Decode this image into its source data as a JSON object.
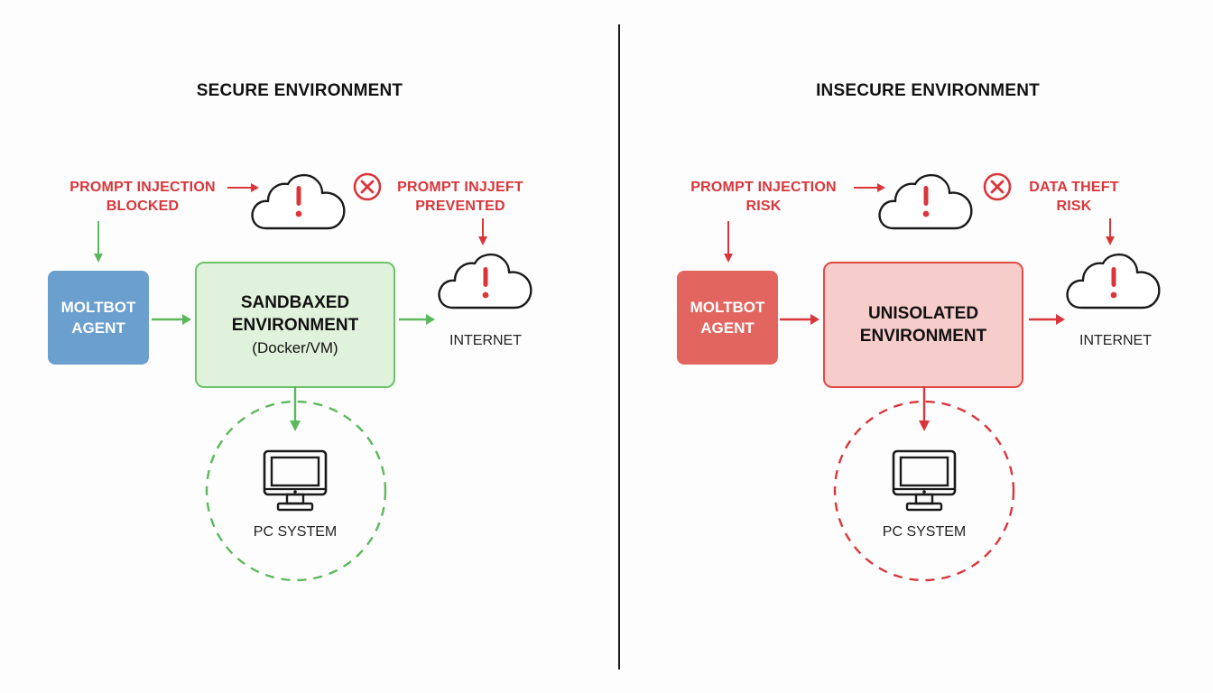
{
  "colors": {
    "secure_accent": "#5cb85c",
    "secure_box_fill": "#e1f2dc",
    "secure_agent_fill": "#6a9fce",
    "insecure_accent": "#d9363b",
    "insecure_box_fill": "#f7cdcb",
    "insecure_agent_fill": "#e2665f",
    "divider": "#1a1a1a"
  },
  "secure": {
    "title": "SECURE ENVIRONMENT",
    "threat_label_left": [
      "PROMPT INJECTION",
      "BLOCKED"
    ],
    "threat_label_right": [
      "PROMPT INJJEFT",
      "PREVENTED"
    ],
    "threat_cloud_icon": "cloud-alert-icon",
    "blocked_icon": "x-circle-icon",
    "agent": [
      "MOLTBOT",
      "AGENT"
    ],
    "environment": [
      "SANDBAXED",
      "ENVIRONMENT"
    ],
    "environment_sub": "(Docker/VM)",
    "internet_label": "INTERNET",
    "pc_label": "PC SYSTEM"
  },
  "insecure": {
    "title": "INSECURE ENVIRONMENT",
    "threat_label_left": [
      "PROMPT INJECTION",
      "RISK"
    ],
    "threat_label_right": [
      "DATA THEFT",
      "RISK"
    ],
    "threat_cloud_icon": "cloud-alert-icon",
    "blocked_icon": "x-circle-icon",
    "agent": [
      "MOLTBOT",
      "AGENT"
    ],
    "environment": [
      "UNISOLATED",
      "ENVIRONMENT"
    ],
    "internet_label": "INTERNET",
    "pc_label": "PC SYSTEM"
  }
}
